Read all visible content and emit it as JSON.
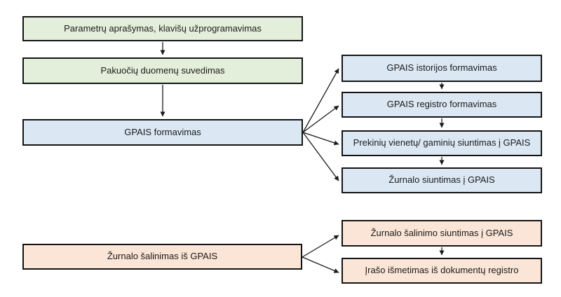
{
  "flow": {
    "top_chain": [
      {
        "id": "parametru-aprasymas",
        "label": "Parametrų aprašymas, klavišų užprogramavimas",
        "color": "green"
      },
      {
        "id": "pakuociu-duomenu",
        "label": "Pakuočių duomenų suvedimas",
        "color": "green"
      },
      {
        "id": "gpais-formavimas",
        "label": "GPAIS formavimas",
        "color": "blue"
      }
    ],
    "gpais_sub_steps": [
      {
        "id": "gpais-istorijos",
        "label": "GPAIS istorijos formavimas",
        "color": "blue"
      },
      {
        "id": "gpais-registro",
        "label": "GPAIS registro formavimas",
        "color": "blue"
      },
      {
        "id": "prekiniu-vienetu",
        "label": "Prekinių vienetų/ gaminių siuntimas į GPAIS",
        "color": "blue"
      },
      {
        "id": "zurnalo-siuntimas",
        "label": "Žurnalo siuntimas į GPAIS",
        "color": "blue"
      }
    ],
    "removal_root": {
      "id": "zurnalo-salinimas",
      "label": "Žurnalo šalinimas iš GPAIS",
      "color": "orange"
    },
    "removal_sub_steps": [
      {
        "id": "zurnalo-salinimo-siuntimas",
        "label": "Žurnalo  šalinimo siuntimas į GPAIS",
        "color": "orange"
      },
      {
        "id": "iraso-ismetimas",
        "label": "Įrašo išmetimas iš dokumentų registro",
        "color": "orange"
      }
    ]
  },
  "colors": {
    "green_fill": "#e3efda",
    "blue_fill": "#dbe8f4",
    "orange_fill": "#fbe5d7",
    "box_border": "#141414",
    "arrow": "#1a1a1a",
    "text": "#1a1a1a",
    "background": "#ffffff"
  }
}
